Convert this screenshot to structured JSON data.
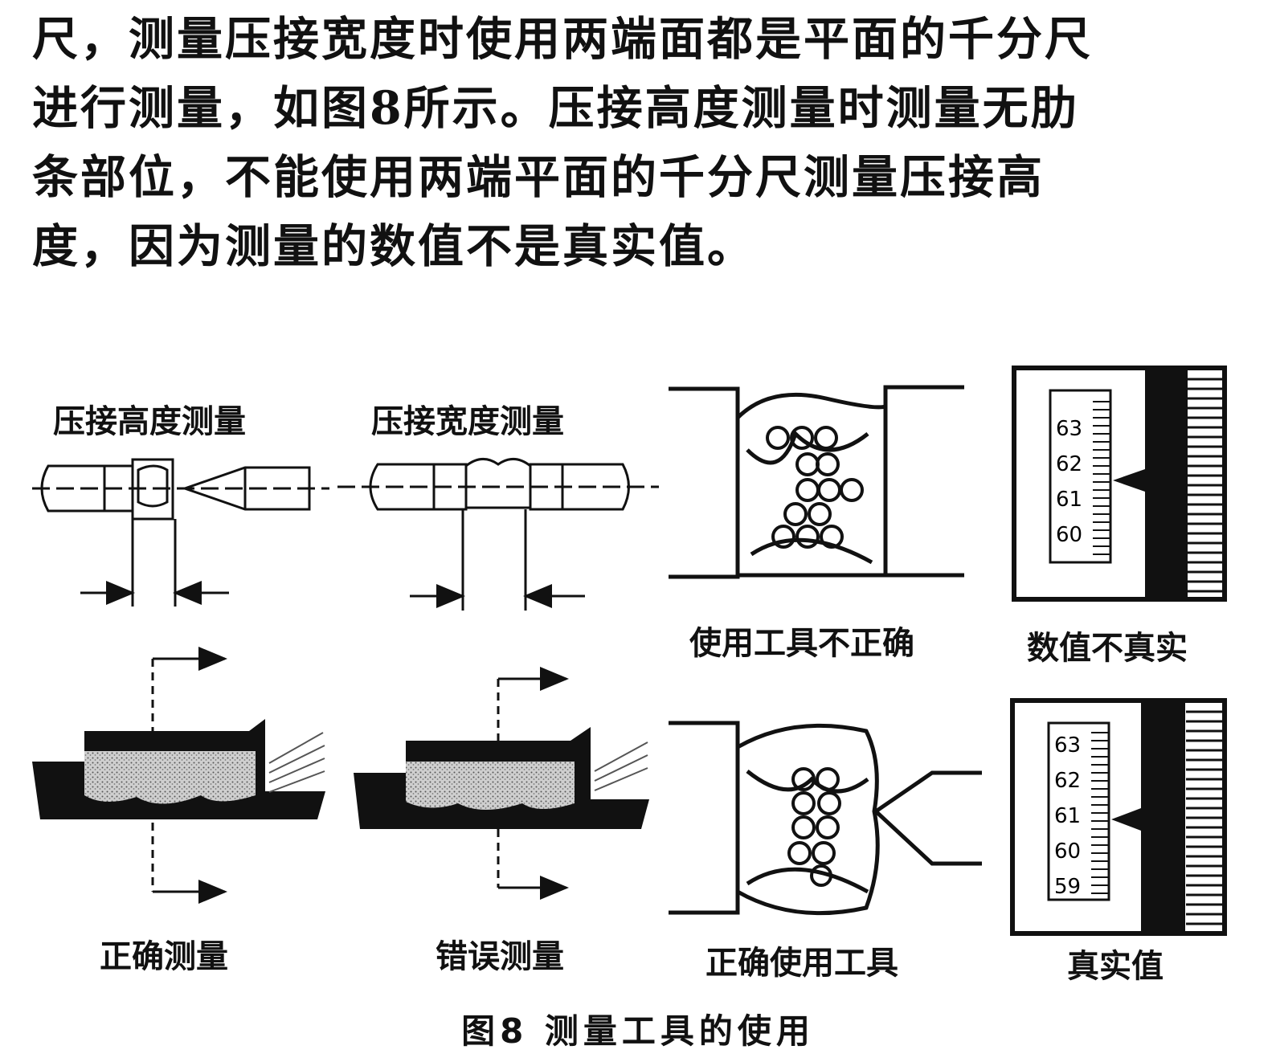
{
  "paragraph": [
    "尺，测量压接宽度时使用两端面都是平面的千分尺",
    "进行测量，如图8所示。压接高度测量时测量无肋",
    "条部位，不能使用两端平面的千分尺测量压接高",
    "度，因为测量的数值不是真实值。"
  ],
  "figure": {
    "labels": {
      "crimp_height": "压接高度测量",
      "crimp_width": "压接宽度测量",
      "wrong_tool": "使用工具不正确",
      "value_not_true": "数值不真实",
      "correct_measure": "正确测量",
      "wrong_measure": "错误测量",
      "correct_tool": "正确使用工具",
      "true_value": "真实值"
    },
    "gauge_top_ticks": [
      "63",
      "62",
      "61",
      "60"
    ],
    "gauge_bottom_ticks": [
      "63",
      "62",
      "61",
      "60",
      "59"
    ],
    "caption": "图8   测量工具的使用"
  }
}
